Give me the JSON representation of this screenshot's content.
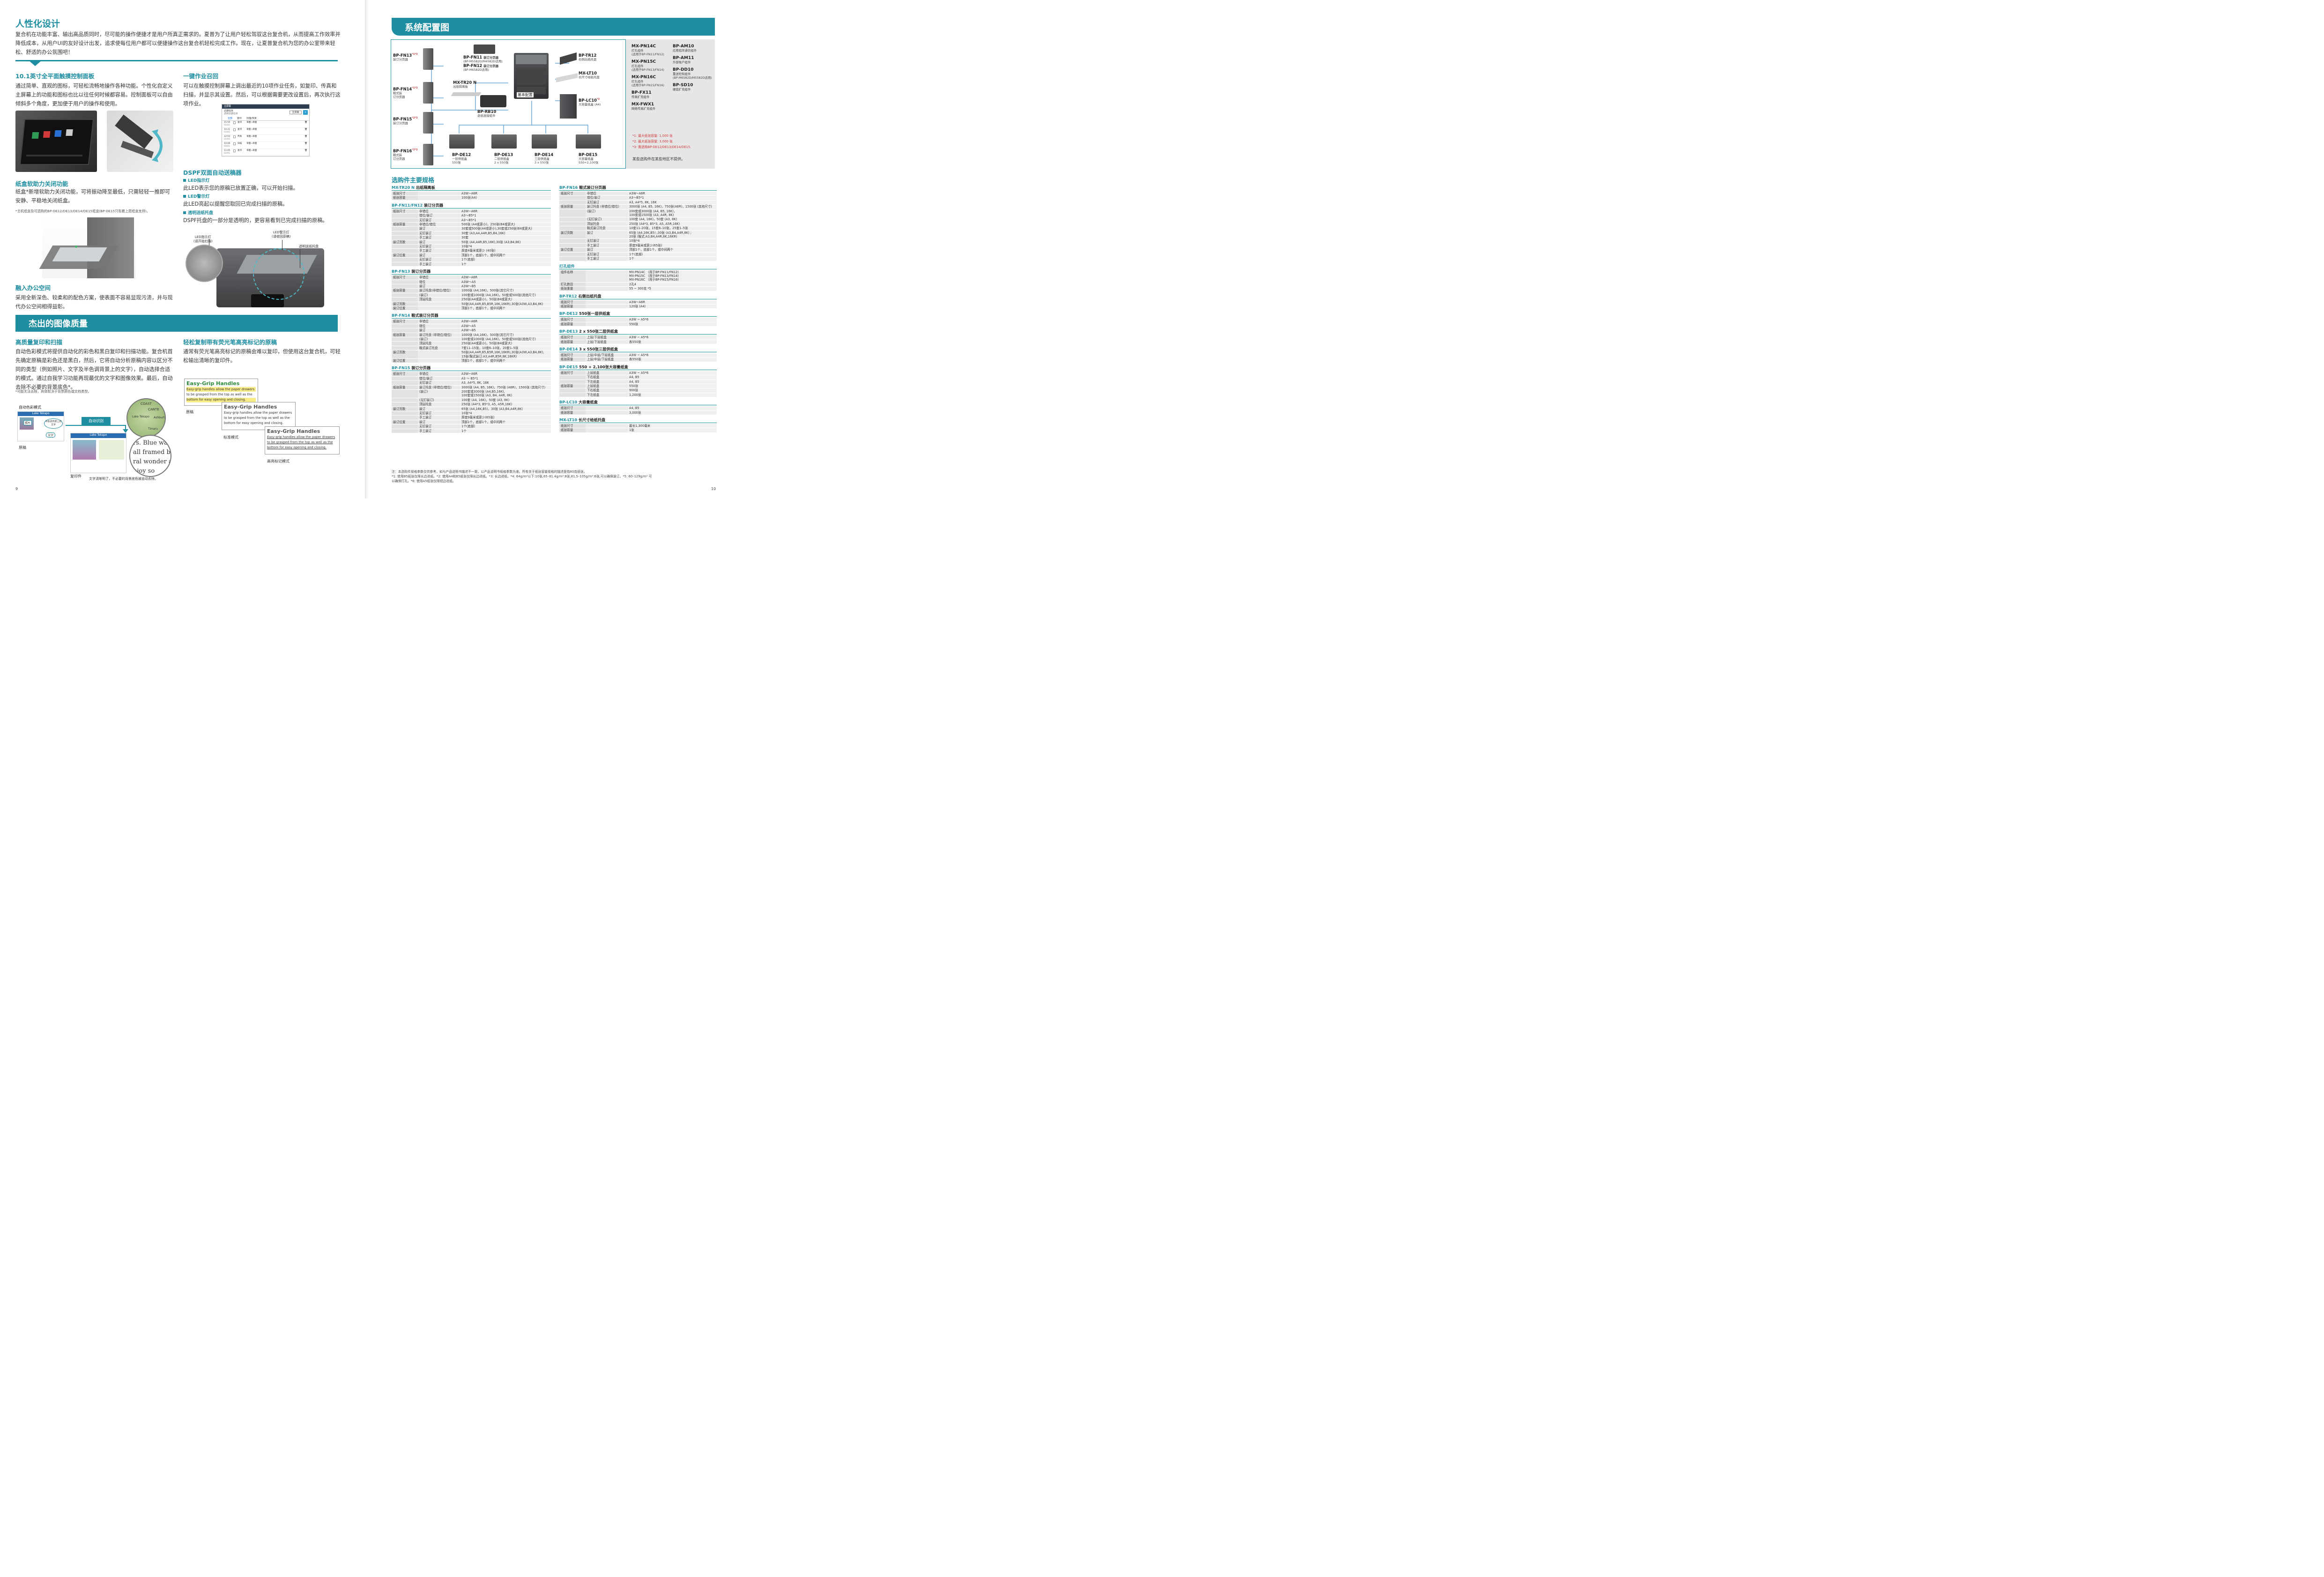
{
  "left": {
    "title": "人性化设计",
    "intro": "复合机在功能丰富、输出高品质同时，尽可能的操作便捷才是用户所真正需求的。夏普为了让用户轻松驾驭这台复合机，从而提高工作效率并降低成本，从用户UI的友好设计出发，追求使每位用户都可以便捷操作这台复合机轻松完成工作。现在，让夏普复合机为您的办公室带来轻松、舒适的办公氛围吧！",
    "panel_title": "10.1英寸全平面触摸控制面板",
    "panel_body": "通过简单、直观的图标，可轻松流畅地操作各种功能。个性化自定义主屏幕上的功能和图标也比以往任何时候都容易。控制面板可以自由倾斜多个角度，更加便于用户的操作和使用。",
    "recall_title": "一键作业召回",
    "recall_body": "可以在触摸控制屏幕上调出最近的10项作业任务，如复印、传真和扫描，并显示其设置。然后，可以根据需要更改设置后，再次执行这项作业。",
    "tray_title": "纸盒软助力关闭功能",
    "tray_body": "纸盒*新增软助力关闭功能，可将振动降至最低，只需轻轻一推即可安静、平稳地关闭纸盒。",
    "tray_note": "*主机纸盒及可选购的BP-DE12/DE13/DE14/DE15纸盒(BP-DE15只有最上层纸盒支持)。",
    "dspf_title": "DSPF双面自动送稿器",
    "led1_title": "LED指示灯",
    "led1_body": "此LED表示您的原稿已放置正确，可以开始扫描。",
    "led2_title": "LED警示灯",
    "led2_body": "此LED亮起以提醒您取回已完成扫描的原稿。",
    "tray3_title": "透明送纸托盘",
    "tray3_body": "DSPF托盘的一部分是透明的，更容易看到已完成扫描的原稿。",
    "callout_led1": "LED指示灯\n(请开始扫描)",
    "callout_led2": "LED警示灯\n(请收回原稿)",
    "callout_tray": "透明送纸托盘",
    "office_title": "融入办公空间",
    "office_body": "采用全新深色、较柔和的配色方案，使表面不容易显现污渍，并与现代办公空间相得益彰。",
    "band2": "杰出的图像质量",
    "hq_title": "高质量复印和扫描",
    "hq_body": "自动色彩模式将提供自动化的彩色和黑白复印和扫描功能。复合机首先确定原稿是彩色还是黑白，然后，它将自动分析原稿内容以区分不同的类型（例如照片、文字及半色调背景上的文字），自动选择合适的模式。通过自我学习功能再现最优的文字和图像效果。最后，自动去除不必要的背景底色*。",
    "hq_note": "*可能无法去除，具体取决于背景颜色或文档类型。",
    "hl_title": "轻松复制带有荧光笔高亮标记的原稿",
    "hl_body": "通常有荧光笔高亮标记的原稿会难以复印，但使用这台复合机，可轻松输出清晰的复印件。",
    "acm_label": "自动色彩模式",
    "acm_auto": "自动识别",
    "acm_original": "原稿",
    "acm_copy": "复印件",
    "acm_copy_note": "文字清晰明了，不必要的背景底色被自动去除。",
    "acm_photo": "照片",
    "acm_bgtext": "半色调背景上的文字",
    "acm_text": "文字",
    "acm_lake": "Lake Tekapo",
    "magnify": "rs. Blue wa\nall framed by\nral wonder a\nnjoy so",
    "map_coast": "COAST",
    "map_cant": "CANTE",
    "map_lake": "Lake Tekapo",
    "map_ash": "Ashburt",
    "map_tim": "Timaru",
    "egh_head": "Easy-Grip Handles",
    "egh_body": "Easy-grip handles allow the paper drawers to be grasped from the top as well as the bottom for easy opening and closing.",
    "egh_l1": "原稿",
    "egh_l2": "标准模式",
    "egh_l3": "高亮标记模式",
    "ui_screen": {
      "header": "主屏幕",
      "title": "近期任务",
      "subtitle": "调用近期任务",
      "btn": "主屏幕",
      "tabs": [
        "全部",
        "复印",
        "扫描/传真"
      ],
      "rows": [
        {
          "t": "15:56",
          "d": "02/01",
          "a": "复印",
          "b": "单面→单面"
        },
        {
          "t": "14:21",
          "d": "02/01",
          "a": "复印",
          "b": "单面→单面"
        },
        {
          "t": "12:03",
          "d": "02/01",
          "a": "传真",
          "b": "单面→单面"
        },
        {
          "t": "10:08",
          "d": "02/01",
          "a": "扫描",
          "b": "单面→单面"
        },
        {
          "t": "11:05",
          "d": "02/01",
          "a": "复印",
          "b": "单面→单面"
        }
      ]
    },
    "page_no": "9"
  },
  "right": {
    "title": "系统配置图",
    "base": "基本配置",
    "options": [
      {
        "id": "BP-FN13",
        "sup": "*1*3",
        "desc": "装订分页器"
      },
      {
        "id": "BP-FN14",
        "sup": "*1*3",
        "desc": "鞍式装\n订分页器"
      },
      {
        "id": "BP-FN15",
        "sup": "*2*3",
        "desc": "装订分页器"
      },
      {
        "id": "BP-FN16",
        "sup": "*2*3",
        "desc": "鞍式装\n订分页器"
      }
    ],
    "fn11": {
      "id": "BP-FN11",
      "desc": "装订分页器",
      "sub": "(BP-M5582D/M4582D适用)"
    },
    "fn12": {
      "id": "BP-FN12",
      "desc": "装订分页器",
      "sub": "(BP-M6582D适用)"
    },
    "tr20": {
      "id": "MX-TR20 N",
      "desc": "出纸隔离板"
    },
    "rb10": {
      "id": "BP-RB10",
      "desc": "走纸连接组件"
    },
    "tr12": {
      "id": "BP-TR12",
      "desc": "右侧出纸托盘"
    },
    "lt10": {
      "id": "MX-LT10",
      "desc": "长尺寸给纸托盘"
    },
    "lc10": {
      "id": "BP-LC10",
      "sup": "*2",
      "desc": "大容量纸盒 (A4)"
    },
    "decks": [
      {
        "id": "BP-DE12",
        "d1": "一层供纸盒",
        "d2": "550张"
      },
      {
        "id": "BP-DE13",
        "d1": "二层供纸盒",
        "d2": "2 x 550张"
      },
      {
        "id": "BP-DE14",
        "d1": "三层供纸盒",
        "d2": "3 x 550张"
      },
      {
        "id": "BP-DE15",
        "d1": "大容量纸盒",
        "d2": "550+2,100张"
      }
    ],
    "acc_left": [
      {
        "id": "MX-PN14C",
        "d": "打孔组件",
        "s": "(适用于BP-FN11/FN12)"
      },
      {
        "id": "MX-PN15C",
        "d": "打孔组件",
        "s": "(适用于BP-FN13/FN14)"
      },
      {
        "id": "MX-PN16C",
        "d": "打孔组件",
        "s": "(适用于BP-FN15/FN16)"
      },
      {
        "id": "BP-FX11",
        "d": "传真扩充组件",
        "s": ""
      },
      {
        "id": "MX-FWX1",
        "d": "网络传真扩充组件",
        "s": ""
      }
    ],
    "acc_right": [
      {
        "id": "BP-AM10",
        "d": "应用程序通信组件",
        "s": ""
      },
      {
        "id": "BP-AM11",
        "d": "外部账户组件",
        "s": ""
      },
      {
        "id": "BP-DD10",
        "d": "重送检知组件",
        "s": "(BP-M6582D/M5582D适用)"
      },
      {
        "id": "BP-SD10",
        "d": "硬盘扩充组件",
        "s": ""
      }
    ],
    "legend": [
      "*1: 最大纸张容量: 1,000 张",
      "*2: 最大纸张容量: 3,000 张",
      "*3: 需选购BP-DE12/DE13/DE14/DE15."
    ],
    "legend_note": "某些选购件在某些地区不提供。",
    "spec_title": "选购件主要规格",
    "spec_left": [
      {
        "h": "MX-TR20 N",
        "n": "出纸隔离板",
        "rows": [
          [
            "纸张尺寸",
            "",
            "A3W~A6R"
          ],
          [
            "纸张容量",
            "",
            "100张(A4)"
          ]
        ]
      },
      {
        "h": "BP-FN11/FN12",
        "n": "装订分页器",
        "rows": [
          [
            "纸张尺寸",
            "非错位",
            "A3W~A6R"
          ],
          [
            "",
            "错位/装订",
            "A3～B5*1"
          ],
          [
            "",
            "无钉装订",
            "A3～B5*1"
          ],
          [
            "纸张容量",
            "非错位/错位",
            "500张 (A4或更小)，250张(B4或更大)"
          ],
          [
            "",
            "装订",
            "30套或500张(A4或更小),30套或250张(B4或更大)"
          ],
          [
            "",
            "无钉装订",
            "30套 (A3,A4,A4R,B5,B4,16K)"
          ],
          [
            "",
            "手工装订",
            "30套"
          ],
          [
            "装订页数",
            "装订",
            "50张 (A4,A4R,B5,16K),30张 (A3,B4,8K)"
          ],
          [
            "",
            "无钉装订",
            "10张*4"
          ],
          [
            "",
            "手工装订",
            "厚度4毫米或更少 (40张)"
          ],
          [
            "装订位置",
            "装订",
            "顶部1个，底部1个，或中间两个"
          ],
          [
            "",
            "无钉装订",
            "1个(底部)"
          ],
          [
            "",
            "手工装订",
            "1个"
          ]
        ]
      },
      {
        "h": "BP-FN13",
        "n": "装订分页器",
        "rows": [
          [
            "纸张尺寸",
            "非错位",
            "A3W~A6R"
          ],
          [
            "",
            "错位",
            "A3W～A5"
          ],
          [
            "",
            "装订",
            "A3W～B5"
          ],
          [
            "纸张容量",
            "装订托盘(非错位/错位)",
            "1000张 (A4,16K)，500张(其它尺寸)"
          ],
          [
            "",
            "(装订)",
            "100套或1000张 (A4,16K)，50套或500张(其他尺寸)"
          ],
          [
            "",
            "顶层托盘",
            "250张(A4或更小)，50张(B4或更大)"
          ],
          [
            "装订页数",
            "",
            "50张(A4,A4R,B5,B5R,16K,16KR),30张(A3W,A3,B4,8K)"
          ],
          [
            "装订位置",
            "",
            "顶部1个，底部1个，或中间两个"
          ]
        ]
      },
      {
        "h": "BP-FN14",
        "n": "鞍式装订分页器",
        "rows": [
          [
            "纸张尺寸",
            "非错位",
            "A3W~A6R"
          ],
          [
            "",
            "错位",
            "A3W～A5"
          ],
          [
            "",
            "装订",
            "A3W～B5"
          ],
          [
            "纸张容量",
            "装订托盘 (非错位/错位)",
            "1000张 (A4,16K)，500张(其它尺寸)"
          ],
          [
            "",
            "(装订)",
            "100套或1000张 (A4,16K)，50套或500张(其他尺寸)"
          ],
          [
            "",
            "顶层托盘",
            "250张(A4或更小)，50张(B4或更大)"
          ],
          [
            "",
            "鞍式装订托盘",
            "7套11–15张，10套6–10张，20套1–5张"
          ],
          [
            "装订页数",
            "",
            "50张(A4,A4R,B5,B5R,16K,16KR),30张(A3W,A3,B4,8K),\n15张(鞍式装订:A3,A4R,B5R,8K,16KR)"
          ],
          [
            "装订位置",
            "",
            "顶部1个，底部1个，或中间两个"
          ]
        ]
      },
      {
        "h": "BP-FN15",
        "n": "装订分页器",
        "rows": [
          [
            "纸张尺寸",
            "非错位",
            "A3W~A6R"
          ],
          [
            "",
            "错位/装订",
            "A3 ～ B5*1"
          ],
          [
            "",
            "无钉装订",
            "A3, A4*5, 8K, 16K"
          ],
          [
            "纸张容量",
            "装订托盘 (非错位/错位)",
            "3000张 (A4, B5, 16K)，750张 (A6R)，1500张 (其他尺寸)"
          ],
          [
            "",
            "(装订)",
            "200套或3000张 (A4,B5,16K),\n100套或1500张 (A3, B4, A4R, 8K)"
          ],
          [
            "",
            "(无钉装订)",
            "100套 (A4, 16K)，50套 (A3, 8K)"
          ],
          [
            "",
            "顶层托盘",
            "250张 (A4*3, B5*3, A5, A5R,16K)"
          ],
          [
            "装订页数",
            "装订",
            "65张 (A4,16K,B5)，30张 (A3,B4,A4R,8K)"
          ],
          [
            "",
            "无钉装订",
            "10张*4"
          ],
          [
            "",
            "手工装订",
            "厚度9毫米或更少(65张)"
          ],
          [
            "装订位置",
            "装订",
            "顶部1个，底部1个，或中间两个"
          ],
          [
            "",
            "无钉装订",
            "1个(底部)"
          ],
          [
            "",
            "手工装订",
            "1个"
          ]
        ]
      }
    ],
    "spec_right": [
      {
        "h": "BP-FN16",
        "n": "鞍式装订分页器",
        "rows": [
          [
            "纸张尺寸",
            "非错位",
            "A3W~A6R"
          ],
          [
            "",
            "错位/装订",
            "A3～B5*1"
          ],
          [
            "",
            "无钉装订",
            "A3, A4*5, 8K, 16K"
          ],
          [
            "纸张容量",
            "装订托盘 (非错位/错位)",
            "3000张 (A4, B5, 16K)，750张(A6R)，1500张 (其他尺寸)"
          ],
          [
            "",
            "(装订)",
            "200套或3000张 (A4, B5, 16K)，\n100套或1500张 (A3, A4R, 8K)"
          ],
          [
            "",
            "(无钉装订)",
            "100套 (A4, 16K)，50套 (A3, 8K)"
          ],
          [
            "",
            "顶层托盘",
            "250张 (A4*3, B5*3, A5, A5R,16K)"
          ],
          [
            "",
            "鞍式装订托盘",
            "10套11–20张，15套6–10张，25套1–5张"
          ],
          [
            "装订页数",
            "装订",
            "65张 (A4,16K,B5) ;30张 (A3,B4,A4R,8K) ;\n20张 (鞍式:A3,B4,A4R,8K,16KR)"
          ],
          [
            "",
            "无钉装订",
            "10张*4"
          ],
          [
            "",
            "手工装订",
            "厚度9毫米或更少(65张)"
          ],
          [
            "装订位置",
            "装订",
            "顶部1个，底部1个，或中间两个"
          ],
          [
            "",
            "无钉装订",
            "1个(底部)"
          ],
          [
            "",
            "手工装订",
            "1个"
          ]
        ]
      },
      {
        "h": "打孔组件",
        "n": "",
        "rows": [
          [
            "组件名称",
            "",
            "MX-PN14C （用于BP-FN11/FN12)\nMX-PN15C （用于BP-FN13/FN14)\nMX-PN16C （用于BP-FN15/FN16)"
          ],
          [
            "打孔数目",
            "",
            "2孔4"
          ],
          [
            "纸张重量",
            "",
            "55 ~ 300克 *5"
          ]
        ]
      },
      {
        "h": "BP-TR12",
        "n": "右侧出纸托盘",
        "rows": [
          [
            "纸张尺寸",
            "",
            "A3W~A6R"
          ],
          [
            "纸张容量",
            "",
            "120张 (A4)"
          ]
        ]
      },
      {
        "h": "BP-DE12",
        "n": "550张一层供纸盒",
        "rows": [
          [
            "纸张尺寸",
            "",
            "A3W ~ A5*6"
          ],
          [
            "纸张容量",
            "",
            "550张"
          ]
        ]
      },
      {
        "h": "BP-DE13",
        "n": "2 x 550张二层供纸盒",
        "rows": [
          [
            "纸张尺寸",
            "上层/下层纸盒",
            "A3W ~ A5*6"
          ],
          [
            "纸张容量",
            "上层/下层纸盒",
            "各550张"
          ]
        ]
      },
      {
        "h": "BP-DE14",
        "n": "3 x 550张三层供纸盒",
        "rows": [
          [
            "纸张尺寸",
            "上层/中层/下层纸盒",
            "A3W ~ A5*6"
          ],
          [
            "纸张容量",
            "上层/中层/下层纸盒",
            "各550张"
          ]
        ]
      },
      {
        "h": "BP-DE15",
        "n": "550 + 2,100张大容量纸盒",
        "rows": [
          [
            "纸张尺寸",
            "上层纸盒",
            "A3W ~ A5*6"
          ],
          [
            "",
            "下右纸盒",
            "A4, B5"
          ],
          [
            "",
            "下左纸盒",
            "A4, B5"
          ],
          [
            "纸张容量",
            "上层纸盒",
            "550张"
          ],
          [
            "",
            "下右纸盒",
            "900张"
          ],
          [
            "",
            "下左纸盒",
            "1,200张"
          ]
        ]
      },
      {
        "h": "BP-LC10",
        "n": "大容量纸盒",
        "rows": [
          [
            "纸张尺寸",
            "",
            "A4, B5"
          ],
          [
            "纸张容量",
            "",
            "3,000张"
          ]
        ]
      },
      {
        "h": "MX-LT10",
        "n": "长尺寸给纸托盘",
        "rows": [
          [
            "纸张尺寸",
            "",
            "最长1,300毫米"
          ],
          [
            "纸张容量",
            "",
            "1张"
          ]
        ]
      }
    ],
    "notes": "注：本选购件规格参数仅供参考，如与产品说明书描述不一致，以产品说明书规格参数为准。所有关于纸张容量规格的描述是指80克纸张。\n*1: 使用B5纸张仅限长边进纸。*2: 使用A4和B5纸张仅限长边进纸。*3: 长边进纸。*4: 64g/m²以下:10张,65–81.4g/m²:8张,81.5–105g/m²:6张,可以确保装订。*5: 60–129g/m² 可\n以确保打孔。*6: 使用A5纸张仅限短边进纸。",
    "page_no": "10"
  },
  "colors": {
    "accent": "#1f8ea1",
    "highlight": "#f4e03a",
    "egh_green": "#2f8a3c",
    "red": "#d13a3a"
  }
}
